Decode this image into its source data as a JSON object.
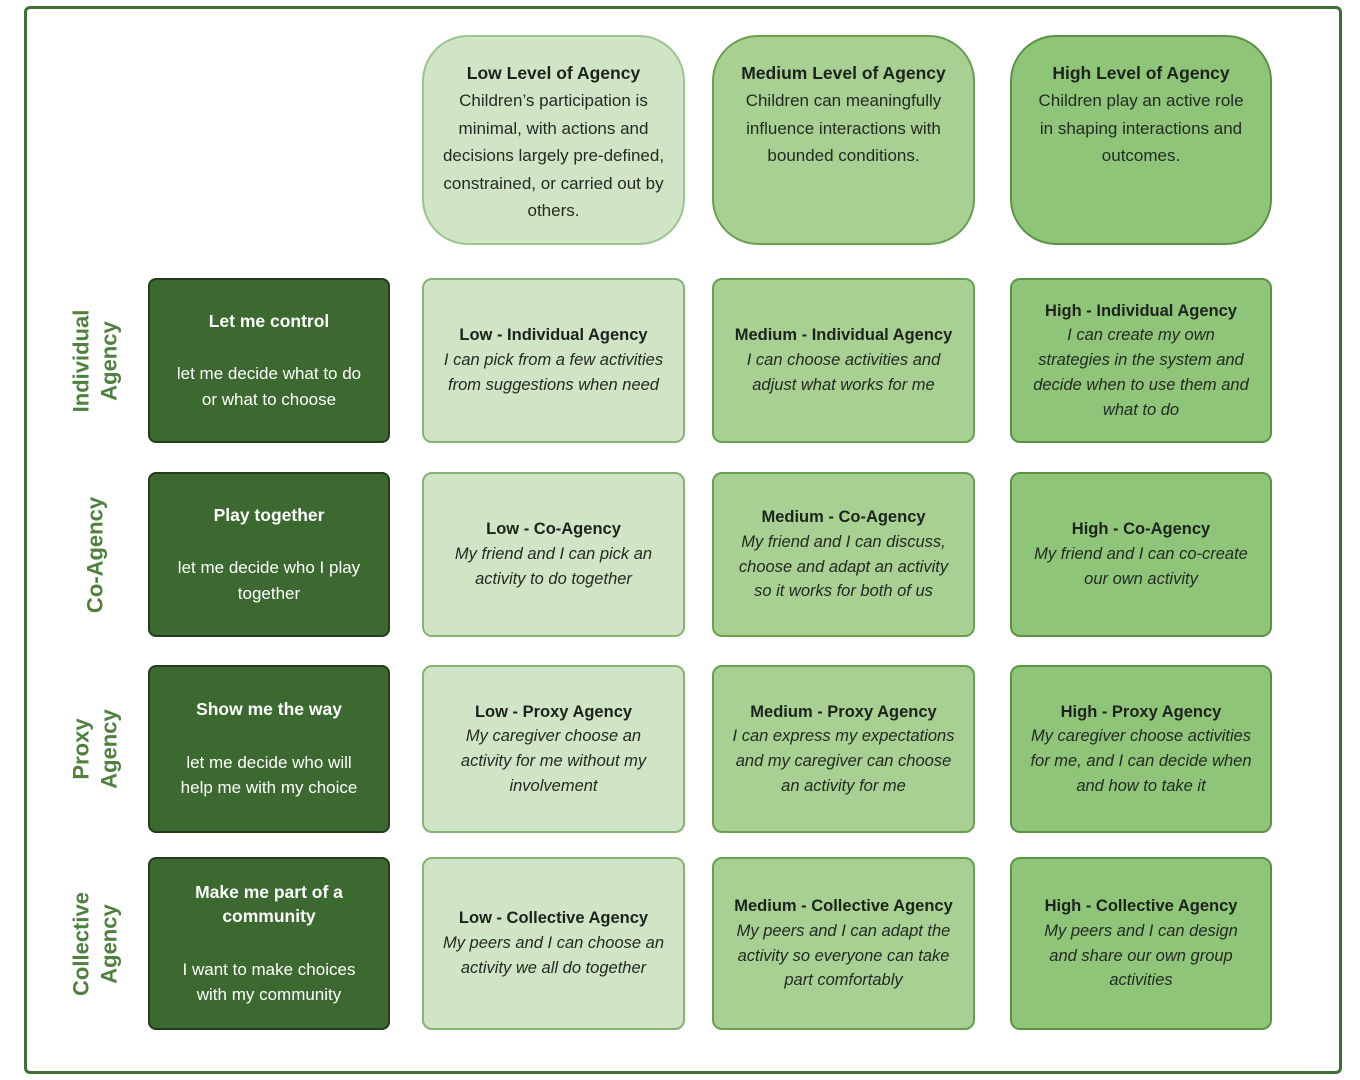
{
  "colors": {
    "outer_border": "#406f36",
    "low_fill": "#d0e5c5",
    "low_border": "#86b475",
    "medium_fill": "#a7d092",
    "medium_border": "#68a050",
    "high_fill": "#8fc579",
    "high_border": "#5b9245",
    "need_card_fill": "#3b692f",
    "need_card_border": "#243c1c",
    "row_label_text": "#4f803d"
  },
  "diagram": {
    "column_headers": [
      {
        "id": "low",
        "title": "Low Level of Agency",
        "description": "Children’s participation is minimal, with actions and decisions largely pre-defined, constrained, or carried out by others."
      },
      {
        "id": "medium",
        "title": "Medium Level of Agency",
        "description": "Children can meaningfully influence interactions with bounded conditions."
      },
      {
        "id": "high",
        "title": "High Level of Agency",
        "description": "Children play an active role in shaping interactions and outcomes."
      }
    ],
    "rows": [
      {
        "label": "Individual Agency",
        "label_lines": [
          "Individual",
          "Agency"
        ],
        "need_card": {
          "title": "Let me control",
          "description": "let me decide what to do or what to choose"
        },
        "cells": [
          {
            "title": "Low - Individual Agency",
            "description": "I can pick from a few activities from suggestions when need"
          },
          {
            "title": "Medium - Individual Agency",
            "description": "I can choose activities and adjust what works for me"
          },
          {
            "title": "High - Individual Agency",
            "description": "I can create my own strategies in the system and decide when to use them and what to do"
          }
        ]
      },
      {
        "label": "Co-Agency",
        "label_lines": [
          "Co-Agency"
        ],
        "need_card": {
          "title": "Play together",
          "description": "let me decide who I play together"
        },
        "cells": [
          {
            "title": "Low - Co-Agency",
            "description": "My friend and I can pick an activity to do together"
          },
          {
            "title": "Medium - Co-Agency",
            "description": "My friend and I can discuss, choose and adapt an activity so it works for both of us"
          },
          {
            "title": "High - Co-Agency",
            "description": "My friend and I can co-create our own activity"
          }
        ]
      },
      {
        "label": "Proxy Agency",
        "label_lines": [
          "Proxy",
          "Agency"
        ],
        "need_card": {
          "title": "Show me the way",
          "description": "let me decide who will help me with my choice"
        },
        "cells": [
          {
            "title": "Low - Proxy Agency",
            "description": "My caregiver choose an activity for me without my involvement"
          },
          {
            "title": "Medium - Proxy Agency",
            "description": "I can express my expectations and my caregiver can choose an activity for me"
          },
          {
            "title": "High - Proxy Agency",
            "description": "My caregiver choose activities for me, and I can decide when and how to take it"
          }
        ]
      },
      {
        "label": "Collective Agency",
        "label_lines": [
          "Collective",
          "Agency"
        ],
        "need_card": {
          "title": "Make me part of a community",
          "description": "I want to make choices with my community"
        },
        "cells": [
          {
            "title": "Low - Collective Agency",
            "description": "My peers and I can choose an activity we all do together"
          },
          {
            "title": "Medium - Collective Agency",
            "description": "My peers and I can adapt the activity so everyone can take part comfortably"
          },
          {
            "title": "High - Collective Agency",
            "description": "My peers and I can design and share our own group activities"
          }
        ]
      }
    ]
  }
}
